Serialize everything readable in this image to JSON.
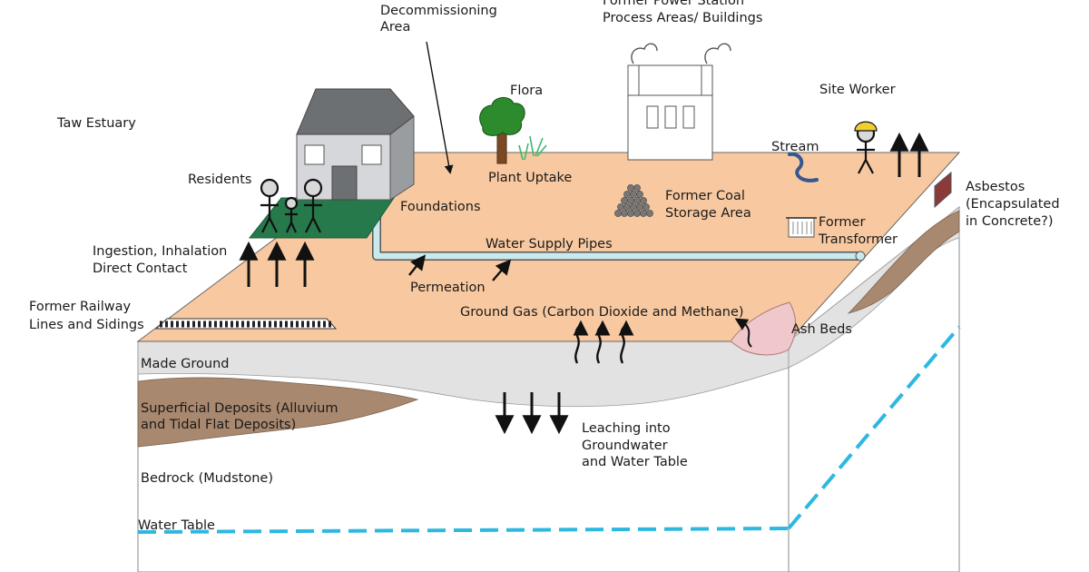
{
  "labels": {
    "decommissioning_1": "Decommissioning",
    "decommissioning_2": "Area",
    "power_station_1": "Former Power Station",
    "power_station_2": "Process Areas/ Buildings",
    "flora": "Flora",
    "site_worker": "Site Worker",
    "taw_estuary": "Taw Estuary",
    "stream": "Stream",
    "residents": "Residents",
    "plant_uptake": "Plant Uptake",
    "asbestos_1": "Asbestos",
    "asbestos_2": "(Encapsulated",
    "asbestos_3": "in Concrete?)",
    "foundations": "Foundations",
    "coal_1": "Former Coal",
    "coal_2": "Storage Area",
    "transformer_1": "Former",
    "transformer_2": "Transformer",
    "ingestion_1": "Ingestion, Inhalation",
    "ingestion_2": "Direct Contact",
    "water_pipes": "Water Supply Pipes",
    "permeation": "Permeation",
    "railway_1": "Former Railway",
    "railway_2": "Lines and Sidings",
    "ground_gas": "Ground Gas (Carbon Dioxide and Methane)",
    "ash_beds": "Ash Beds",
    "made_ground": "Made Ground",
    "superficial_1": "Superficial Deposits (Alluvium",
    "superficial_2": "and Tidal Flat Deposits)",
    "leaching_1": "Leaching into",
    "leaching_2": "Groundwater",
    "leaching_3": "and Water Table",
    "bedrock": "Bedrock (Mudstone)",
    "water_table": "Water Table"
  },
  "colors": {
    "site_surface": "#f8c9a0",
    "made_ground": "#e2e2e2",
    "superficial_deposits": "#a8886f",
    "ash_beds": "#f0c8cc",
    "house_roof": "#6d7073",
    "house_wall": "#d5d7da",
    "residents_lawn": "#26794a",
    "water_pipe": "#c9e9ec",
    "water_table": "#2db8e0",
    "stream": "#34588f",
    "asbestos": "#8b3a3a",
    "tree_foliage": "#2d8a2d",
    "tree_trunk": "#7b4a22",
    "worker_helmet": "#f2cf2f"
  },
  "icons": [
    "house-icon",
    "power-station-icon",
    "tree-icon",
    "grass-icon",
    "coal-pile-icon",
    "transformer-icon",
    "stream-icon",
    "person-icon",
    "hard-hat-icon",
    "arrow-icon"
  ]
}
